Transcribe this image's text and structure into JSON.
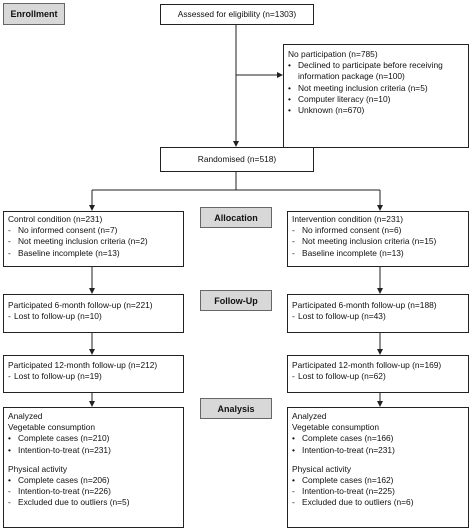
{
  "stages": {
    "enrollment": "Enrollment",
    "allocation": "Allocation",
    "followup": "Follow-Up",
    "analysis": "Analysis"
  },
  "assessed": "Assessed for eligibility (n=1303)",
  "no_participation": {
    "title": "No participation (n=785)",
    "items": [
      "Declined to participate before receiving information package (n=100)",
      "Not meeting inclusion criteria (n=5)",
      "Computer literacy (n=10)",
      "Unknown (n=670)"
    ]
  },
  "randomised": "Randomised (n=518)",
  "control": {
    "title": "Control condition (n=231)",
    "items": [
      "No informed consent (n=7)",
      "Not meeting inclusion criteria (n=2)",
      "Baseline incomplete (n=13)"
    ],
    "fu6_title": "Participated 6-month follow-up (n=221)",
    "fu6_lost": "Lost to follow-up (n=10)",
    "fu12_title": "Participated 12-month follow-up (n=212)",
    "fu12_lost": "Lost to follow-up (n=19)",
    "analyzed": "Analyzed",
    "veg_title": "Vegetable consumption",
    "veg_items": [
      "Complete cases (n=210)",
      "Intention-to-treat (n=231)"
    ],
    "pa_title": "Physical activity",
    "pa_items": [
      "Complete cases (n=206)",
      "Intention-to-treat (n=226)",
      "Excluded due to outliers (n=5)"
    ]
  },
  "intervention": {
    "title": "Intervention condition (n=231)",
    "items": [
      "No informed consent (n=6)",
      "Not meeting inclusion criteria (n=15)",
      "Baseline incomplete (n=13)"
    ],
    "fu6_title": "Participated 6-month follow-up (n=188)",
    "fu6_lost": "Lost to follow-up (n=43)",
    "fu12_title": "Participated 12-month follow-up (n=169)",
    "fu12_lost": "Lost to follow-up (n=62)",
    "analyzed": "Analyzed",
    "veg_title": "Vegetable consumption",
    "veg_items": [
      "Complete cases (n=166)",
      "Intention-to-treat (n=231)"
    ],
    "pa_title": "Physical activity",
    "pa_items": [
      "Complete cases (n=162)",
      "Intention-to-treat (n=225)",
      "Excluded due to outliers (n=6)"
    ]
  }
}
